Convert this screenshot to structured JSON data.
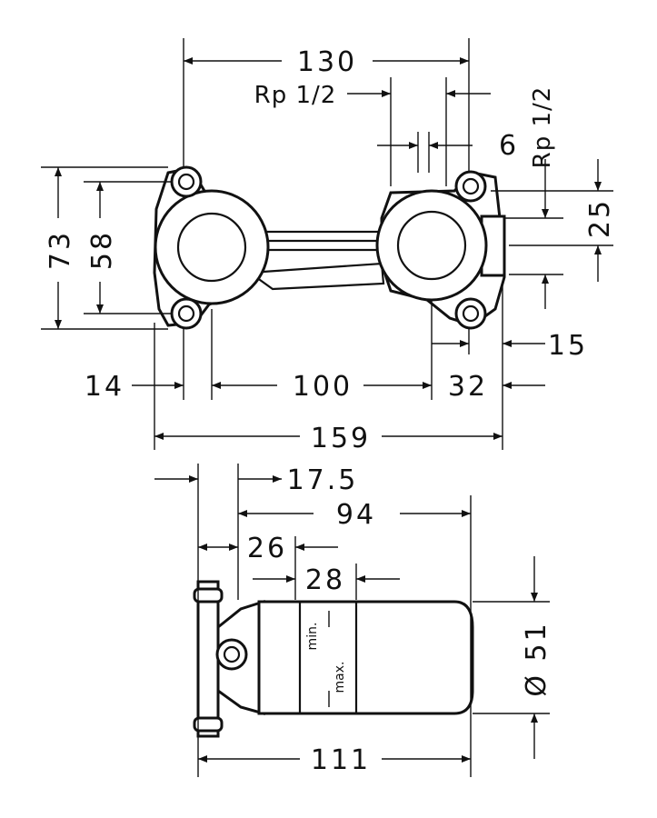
{
  "dimensions": {
    "d130": "130",
    "rp_left": "Rp 1/2",
    "rp_right": "Rp 1/2",
    "d6": "6",
    "d25": "25",
    "d73": "73",
    "d58": "58",
    "d15": "15",
    "d14": "14",
    "d100": "100",
    "d32": "32",
    "d159": "159",
    "d17_5": "17.5",
    "d94": "94",
    "d26": "26",
    "d28": "28",
    "d51": "Ø 51",
    "d111": "111",
    "min": "min.",
    "max": "max."
  }
}
